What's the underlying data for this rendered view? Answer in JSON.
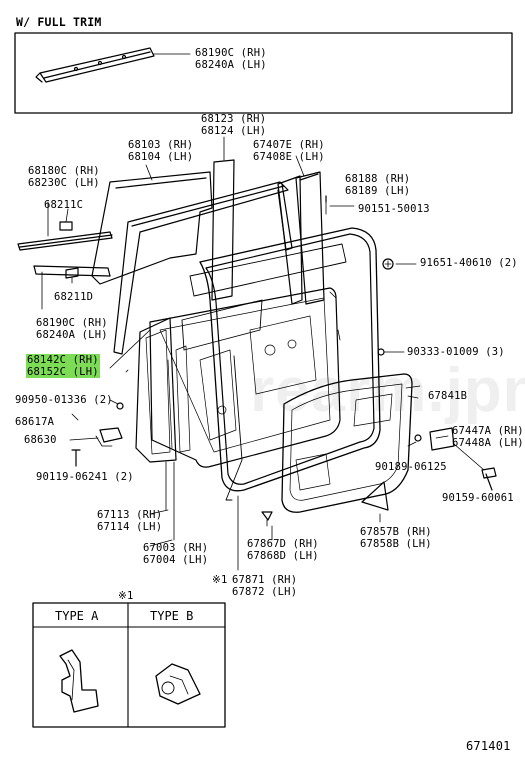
{
  "header": {
    "title": "W/ FULL TRIM"
  },
  "watermark": "rearm.jpn",
  "diagram_number": "671401",
  "footnote_mark": "※1",
  "highlight_color": "#7ddc55",
  "labels": {
    "l68190c_rh_top": "68190C (RH)",
    "l68240a_lh_top": "68240A (LH)",
    "l68123": "68123 (RH)",
    "l68124": "68124 (LH)",
    "l68103": "68103 (RH)",
    "l68104": "68104 (LH)",
    "l67407e": "67407E (RH)",
    "l67408e": "67408E (LH)",
    "l68180c": "68180C (RH)",
    "l68230c": "68230C (LH)",
    "l68188": "68188 (RH)",
    "l68189": "68189 (LH)",
    "l68211c": "68211C",
    "l90151_50013": "90151-50013",
    "l91651": "91651-40610 (2)",
    "l68211d": "68211D",
    "l68190c_rh": "68190C (RH)",
    "l68240a_lh": "68240A (LH)",
    "l68142c": "68142C (RH)",
    "l68152c": "68152C (LH)",
    "l90333": "90333-01009 (3)",
    "l67841b": "67841B",
    "l90950": "90950-01336 (2)",
    "l68617a": "68617A",
    "l67447a": "67447A (RH)",
    "l67448a": "67448A (LH)",
    "l68630": "68630",
    "l90189": "90189-06125",
    "l90119": "90119-06241 (2)",
    "l90159": "90159-60061",
    "l67113": "67113 (RH)",
    "l67114": "67114 (LH)",
    "l67857b": "67857B (RH)",
    "l67858b": "67858B (LH)",
    "l67003": "67003 (RH)",
    "l67004": "67004 (LH)",
    "l67867d": "67867D (RH)",
    "l67868d": "67868D (LH)",
    "l67871": "67871 (RH)",
    "l67872": "67872 (LH)"
  },
  "types": {
    "type_a": "TYPE  A",
    "type_b": "TYPE  B"
  },
  "ink_color": "#000000"
}
